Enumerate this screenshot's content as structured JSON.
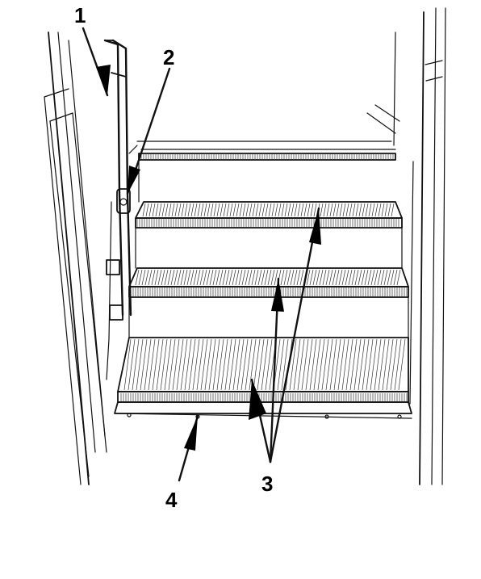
{
  "diagram": {
    "callouts": [
      {
        "id": "1",
        "label": "1",
        "target": "handrail"
      },
      {
        "id": "2",
        "label": "2",
        "target": "step-light"
      },
      {
        "id": "3",
        "label": "3",
        "target": "step-treads"
      },
      {
        "id": "4",
        "label": "4",
        "target": "threshold-plate"
      }
    ],
    "colors": {
      "ink": "#111111",
      "background": "#ffffff"
    }
  }
}
